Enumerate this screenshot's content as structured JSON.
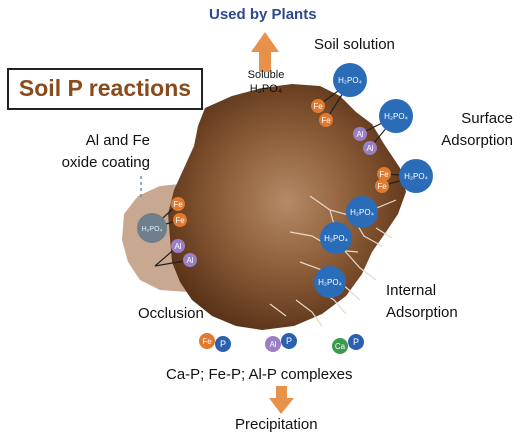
{
  "title": "Soil P reactions",
  "top_label": "Used by Plants",
  "soluble": {
    "line1": "Soluble",
    "line2": "H₂PO₄"
  },
  "labels": {
    "soil_solution": "Soil solution",
    "surface_adsorption_1": "Surface",
    "surface_adsorption_2": "Adsorption",
    "al_fe_coating_1": "Al and Fe",
    "al_fe_coating_2": "oxide coating",
    "internal_adsorption_1": "Internal",
    "internal_adsorption_2": "Adsorption",
    "occlusion": "Occlusion",
    "complexes": "Ca-P; Fe-P; Al-P complexes",
    "precipitation": "Precipitation"
  },
  "molecule": "H₂PO₄",
  "ions": {
    "fe": "Fe",
    "al": "Al",
    "ca": "Ca",
    "p": "P"
  },
  "colors": {
    "soil_dark": "#5a3318",
    "soil_mid": "#8a5a36",
    "soil_light": "#b58a66",
    "coating": "#c9a891",
    "arrow": "#e8914a",
    "title_text": "#8a4a1c",
    "top_label": "#2e4a8a",
    "h2po4_blue": "#2b6cb8",
    "fe_orange": "#e07a30",
    "al_purple": "#9b7fc4",
    "ca_green": "#3a9a4e",
    "p_blue": "#2b5fb0"
  }
}
